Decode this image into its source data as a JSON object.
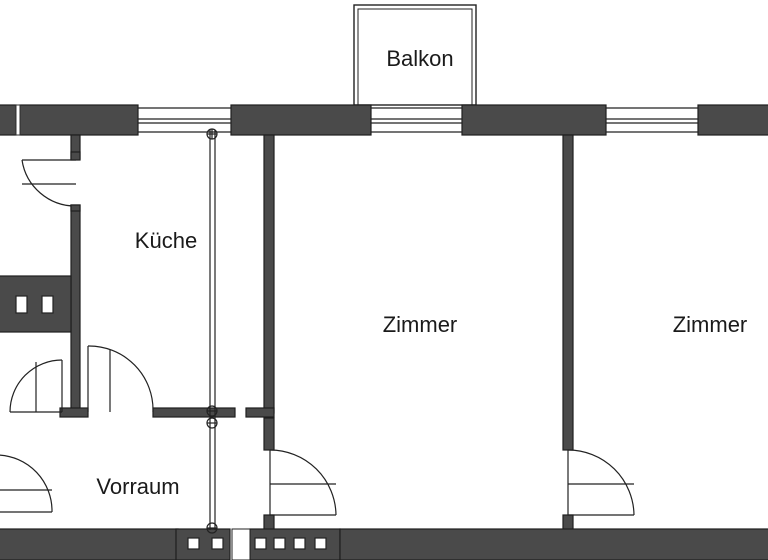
{
  "rooms": {
    "balkon": "Balkon",
    "kueche": "Küche",
    "zimmer_1": "Zimmer",
    "zimmer_2": "Zimmer",
    "vorraum": "Vorraum"
  }
}
